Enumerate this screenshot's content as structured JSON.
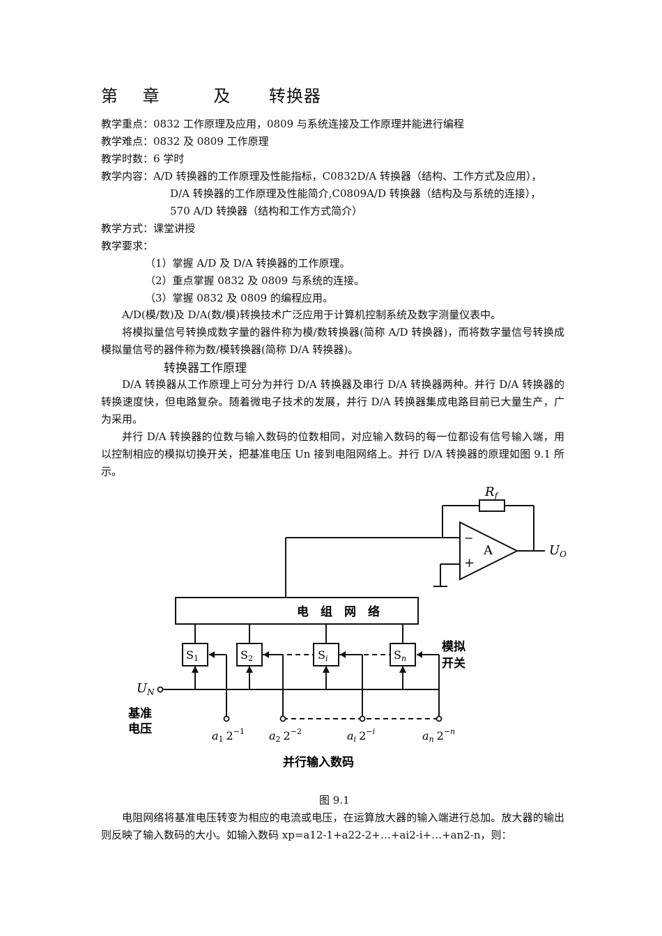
{
  "title": {
    "part1": "第",
    "part2": "章",
    "part3": "及",
    "part4": "转换器"
  },
  "meta": {
    "focus": "教学重点：0832 工作原理及应用，0809 与系统连接及工作原理并能进行编程",
    "difficulty": "教学难点：0832 及 0809 工作原理",
    "hours": "教学时数：6 学时",
    "content1": "教学内容：A/D 转换器的工作原理及性能指标，C0832D/A 转换器（结构、工作方式及应用），",
    "content2": "D/A 转换器的工作原理及性能简介,C0809A/D 转换器（结构及与系统的连接），",
    "content3": "570 A/D 转换器（结构和工作方式简介）",
    "method": "教学方式：课堂讲授",
    "requirements": "教学要求：",
    "req1": "（1）掌握 A/D 及 D/A 转换器的工作原理。",
    "req2": "（2）重点掌握 0832 及 0809 与系统的连接。",
    "req3": "（3）掌握 0832 及 0809 的编程应用。"
  },
  "intro": {
    "p1": "A/D(模/数)及 D/A(数/模)转换技术广泛应用于计算机控制系统及数字测量仪表中。",
    "p2": "将模拟量信号转换成数字量的器件称为模/数转换器(简称 A/D 转换器)，而将数字量信号转换成模拟量信号的器件称为数/模转换器(简称 D/A 转换器)。"
  },
  "section": {
    "heading": "转换器工作原理",
    "p1": "D/A 转换器从工作原理上可分为并行 D/A 转换器及串行 D/A 转换器两种。并行 D/A 转换器的转换速度快，但电路复杂。随着微电子技术的发展，并行 D/A 转换器集成电路目前已大量生产，广为采用。",
    "p2": "并行 D/A 转换器的位数与输入数码的位数相同，对应输入数码的每一位都设有信号输入端，用以控制相应的模拟切换开关，把基准电压 Un 接到电阻网络上。并行 D/A 转换器的原理如图 9.1 所示。"
  },
  "figure": {
    "rf": "R",
    "rf_sub": "f",
    "amp": "A",
    "minus": "−",
    "plus": "+",
    "uo": "U",
    "uo_sub": "O",
    "network": "电　组　网　络",
    "switches": [
      {
        "name": "S",
        "sub": "1"
      },
      {
        "name": "S",
        "sub": "2"
      },
      {
        "name": "S",
        "sub": "i"
      },
      {
        "name": "S",
        "sub": "n"
      }
    ],
    "analog_switch_1": "模拟",
    "analog_switch_2": "开关",
    "un": "U",
    "un_sub": "N",
    "ref_1": "基准",
    "ref_2": "电压",
    "inputs": [
      {
        "a": "a",
        "sub": "1",
        "pow": "2",
        "exp": "−1"
      },
      {
        "a": "a",
        "sub": "2",
        "pow": "2",
        "exp": "−2"
      },
      {
        "a": "a",
        "sub": "i",
        "pow": "2",
        "exp": "−i"
      },
      {
        "a": "a",
        "sub": "n",
        "pow": "2",
        "exp": "−n"
      }
    ],
    "input_label": "并行输入数码",
    "caption": "图 9.1"
  },
  "closing": {
    "p1": "电阻网络将基准电压转变为相应的电流或电压，在运算放大器的输入端进行总加。放大器的输出则反映了输入数码的大小。如输入数码 xp=a12-1+a22-2+…+ai2-i+…+an2-n，则："
  }
}
